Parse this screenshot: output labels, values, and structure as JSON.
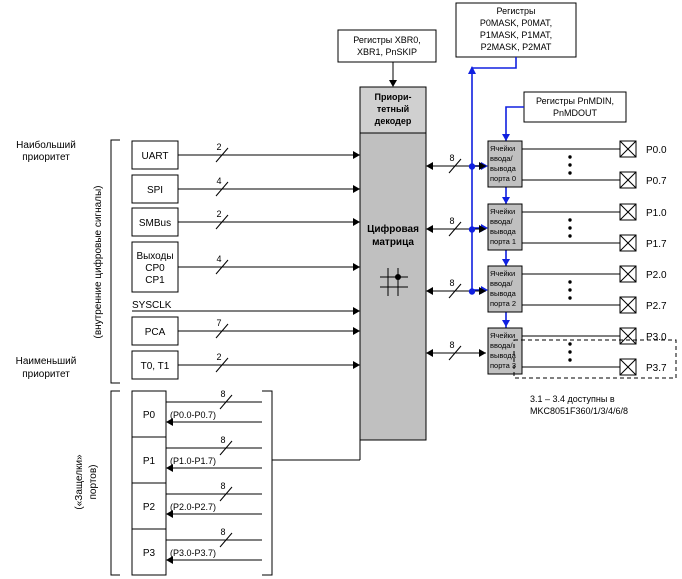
{
  "top_boxes": {
    "xbr": [
      "Регистры XBR0,",
      "XBR1, PnSKIP"
    ],
    "pmask": [
      "Регистры",
      "P0MASK, P0MAT,",
      "P1MASK, P1MAT,",
      "P2MASK, P2MAT"
    ],
    "pnmdin": [
      "Регистры PnMDIN,",
      "PnMDOUT"
    ]
  },
  "priority": {
    "highest": [
      "Наибольший",
      "приоритет"
    ],
    "lowest": [
      "Наименьший",
      "приоритет"
    ],
    "internal_signals": "(внутренние цифровые сигналы)"
  },
  "latch_label": {
    "line1": "(«Защелки»",
    "line2": "портов)"
  },
  "peripherals": [
    {
      "label": [
        "UART"
      ],
      "bus": "2"
    },
    {
      "label": [
        "SPI"
      ],
      "bus": "4"
    },
    {
      "label": [
        "SMBus"
      ],
      "bus": "2"
    },
    {
      "label": [
        "Выходы",
        "CP0",
        "CP1"
      ],
      "bus": "4"
    },
    {
      "label": [
        "SYSCLK"
      ],
      "bus": ""
    },
    {
      "label": [
        "PCA"
      ],
      "bus": "7"
    },
    {
      "label": [
        "T0, T1"
      ],
      "bus": "2"
    }
  ],
  "latches": [
    {
      "label": "P0",
      "bus": "8",
      "range": "(P0.0-P0.7)"
    },
    {
      "label": "P1",
      "bus": "8",
      "range": "(P1.0-P1.7)"
    },
    {
      "label": "P2",
      "bus": "8",
      "range": "(P2.0-P2.7)"
    },
    {
      "label": "P3",
      "bus": "8",
      "range": "(P3.0-P3.7)"
    }
  ],
  "decoder": {
    "title": [
      "Приори-",
      "тетный",
      "декодер"
    ],
    "matrix": [
      "Цифровая",
      "матрица"
    ]
  },
  "port_cells": [
    {
      "label": [
        "Ячейки",
        "ввода/",
        "вывода",
        "порта 0"
      ],
      "bus": "8",
      "pins": [
        "P0.0",
        "P0.7"
      ]
    },
    {
      "label": [
        "Ячейки",
        "ввода/",
        "вывода",
        "порта 1"
      ],
      "bus": "8",
      "pins": [
        "P1.0",
        "P1.7"
      ]
    },
    {
      "label": [
        "Ячейки",
        "ввода/",
        "вывода",
        "порта 2"
      ],
      "bus": "8",
      "pins": [
        "P2.0",
        "P2.7"
      ]
    },
    {
      "label": [
        "Ячейки",
        "ввода/",
        "вывода",
        "порта 3"
      ],
      "bus": "8",
      "pins": [
        "P3.0",
        "P3.7"
      ]
    }
  ],
  "note": [
    "3.1 – 3.4 доступны в",
    "MKC8051F360/1/3/4/6/8"
  ]
}
